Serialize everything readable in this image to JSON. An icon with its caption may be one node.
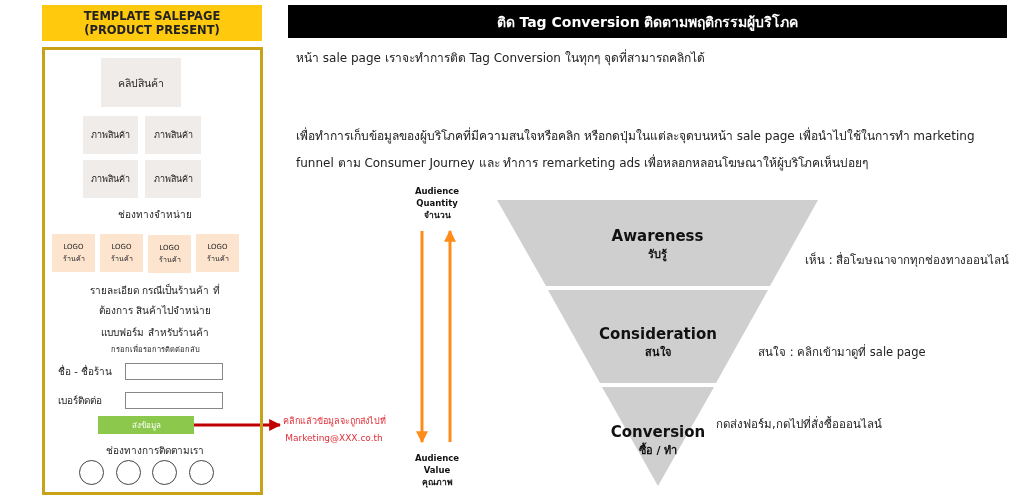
{
  "diagram": {
    "title": "ติด Tag Conversion ติดตามพฤติกรรมผู้บริโภค",
    "nodes": [
      {
        "text": [
          "TEMPLATE SALEPAGE (PRODUCT PRESENT)"
        ]
      },
      {
        "text": [],
        "shape": "box"
      },
      {
        "text": [
          "คลิปสินค้า"
        ],
        "in": 1
      },
      {
        "text": [
          "ภาพสินค้า"
        ],
        "in": 1
      },
      {
        "text": [
          "ภาพสินค้า"
        ],
        "in": 1
      },
      {
        "text": [
          "ภาพสินค้า"
        ],
        "in": 1
      },
      {
        "text": [
          "ภาพสินค้า"
        ],
        "in": 1
      },
      {
        "text": [
          "LOGO ร้านค้า"
        ],
        "in": 1
      },
      {
        "text": [
          "LOGO ร้านค้า"
        ],
        "in": 1
      },
      {
        "text": [
          "LOGO ร้านค้า"
        ],
        "in": 1
      },
      {
        "text": [
          "LOGO ร้านค้า"
        ],
        "in": 1
      },
      {
        "text": [
          "ส่งข้อมูล"
        ],
        "in": 1
      },
      {
        "text": [],
        "shape": "circle",
        "in": 1
      },
      {
        "text": [],
        "shape": "circle",
        "in": 1
      },
      {
        "text": [],
        "shape": "circle",
        "in": 1
      },
      {
        "text": [],
        "shape": "circle",
        "in": 1
      },
      {
        "text": [
          "คลิกแล้วข้อมูลจะถูกส่งไปที่ Marketing@XXX.co.th"
        ]
      },
      {
        "text": [
          "Audience Quantity จำนวน"
        ]
      },
      {
        "text": [
          "Audience Value คุณภาพ"
        ]
      },
      {
        "text": [
          "Awareness",
          "รับรู้"
        ],
        "beside": [
          "เห็น : สื่อโฆษณาจากทุกช่องทางออนไลน์"
        ]
      },
      {
        "text": [
          "Consideration",
          "สนใจ"
        ],
        "beside": [
          "สนใจ : คลิกเข้ามาดูที่ sale page"
        ]
      },
      {
        "text": [
          "Conversion",
          "ซื้อ / ทำ"
        ],
        "beside": [
          "กดส่งฟอร์ม,กดไปที่สั่งซื้อออนไลน์"
        ]
      }
    ],
    "edges": [
      {
        "from": 11,
        "to": 16,
        "arrow": "to",
        "color": "#c00000"
      },
      {
        "from": 17,
        "to": 18,
        "arrow": "to",
        "color": "#ff8c1a"
      },
      {
        "from": 18,
        "to": 17,
        "arrow": "to",
        "color": "#ff8c1a"
      }
    ],
    "labels": [
      "ช่องทางจำหน่าย",
      "รายละเอียด กรณีเป็นร้านค้า ที่ต้องการ สินค้าไปจำหน่าย",
      "แบบฟอร์ม สำหรับร้านค้า",
      "กรอกเพื่อรอการติดต่อกลับ",
      "ชื่อ - ชื่อร้าน",
      "เบอร์ติดต่อ",
      "ช่องทางการติดตามเรา",
      "หน้า sale page เราจะทำการติด Tag Conversion ในทุกๆ จุดที่สามารถคลิกได้",
      "เพื่อทำการเก็บข้อมูลของผู้บริโภคที่มีความสนใจหรือคลิก หรือกดปุ่มในแต่ละจุดบนหน้า sale page เพื่อนำไปใช้ในการทำ marketing funnel ตาม Consumer Journey และ ทำการ remarketing ads เพื่อหลอกหลอนโฆษณาให้ผู้บริโภคเห็นบ่อยๆ"
    ]
  }
}
